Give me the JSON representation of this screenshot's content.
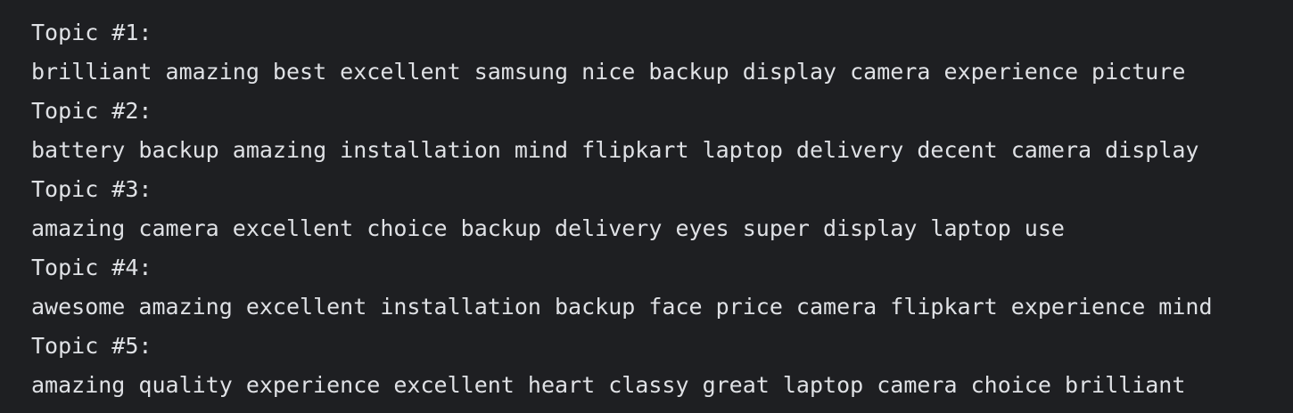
{
  "console": {
    "lines": [
      "Topic #1:",
      "brilliant amazing best excellent samsung nice backup display camera experience picture",
      "Topic #2:",
      "battery backup amazing installation mind flipkart laptop delivery decent camera display",
      "Topic #3:",
      "amazing camera excellent choice backup delivery eyes super display laptop use",
      "Topic #4:",
      "awesome amazing excellent installation backup face price camera flipkart experience mind",
      "Topic #5:",
      "amazing quality experience excellent heart classy great laptop camera choice brilliant"
    ]
  },
  "colors": {
    "background": "#1e1f22",
    "text": "#dfe1e5"
  }
}
